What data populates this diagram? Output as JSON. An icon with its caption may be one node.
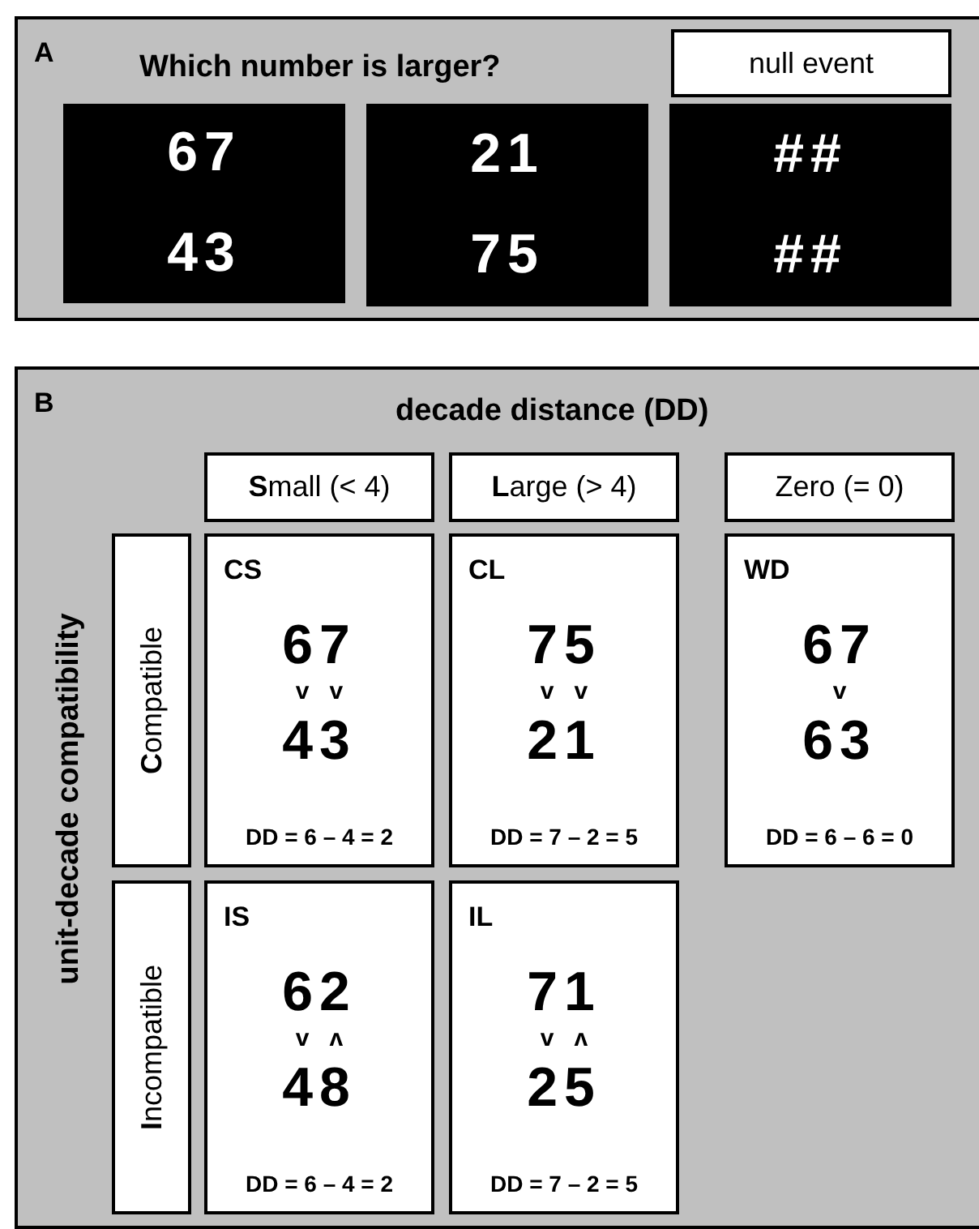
{
  "diagram": {
    "nodes": [
      {
        "text": [
          "A",
          "Which number is larger?"
        ]
      },
      {
        "text": [
          "null event"
        ],
        "in": 0
      },
      {
        "text": [
          "67",
          "43"
        ],
        "in": 0
      },
      {
        "text": [
          "21",
          "75"
        ],
        "in": 0
      },
      {
        "text": [
          "##",
          "##"
        ],
        "in": 0
      },
      {
        "text": [
          "B",
          "decade distance (DD)",
          "unit-decade compatibility"
        ]
      },
      {
        "text": [
          "**S**mall (< 4)"
        ],
        "in": 5
      },
      {
        "text": [
          "**L**arge (> 4)"
        ],
        "in": 5
      },
      {
        "text": [
          "Zero (= 0)"
        ],
        "in": 5
      },
      {
        "text": [
          "**C**ompatible"
        ],
        "in": 5
      },
      {
        "text": [
          "**I**ncompatible"
        ],
        "in": 5
      },
      {
        "text": [
          "CS",
          "67",
          "v v",
          "43",
          "DD = 6 – 4 = 2"
        ],
        "in": 5
      },
      {
        "text": [
          "CL",
          "75",
          "v v",
          "21",
          "DD = 7 – 2 = 5"
        ],
        "in": 5
      },
      {
        "text": [
          "WD",
          "67",
          "v",
          "63",
          "DD = 6 – 6 = 0"
        ],
        "in": 5
      },
      {
        "text": [
          "IS",
          "62",
          "v ʌ",
          "48",
          "DD = 6 – 4 = 2"
        ],
        "in": 5
      },
      {
        "text": [
          "IL",
          "71",
          "v ʌ",
          "25",
          "DD = 7 – 2 = 5"
        ],
        "in": 5
      }
    ]
  }
}
